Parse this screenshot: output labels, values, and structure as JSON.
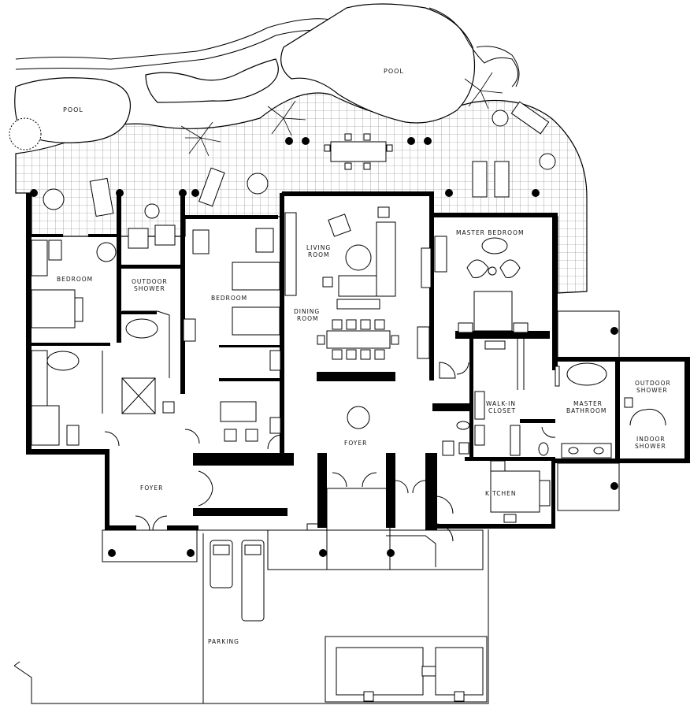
{
  "labels": {
    "pool_left": "POOL",
    "pool_right": "POOL",
    "bedroom_left": "BEDROOM",
    "outdoor_shower_left_1": "OUTDOOR",
    "outdoor_shower_left_2": "SHOWER",
    "bedroom_center": "BEDROOM",
    "living_room_1": "LIVING",
    "living_room_2": "ROOM",
    "dining_room_1": "DINING",
    "dining_room_2": "ROOM",
    "master_bedroom": "MASTER BEDROOM",
    "walkin_closet_1": "WALK-IN",
    "walkin_closet_2": "CLOSET",
    "master_bathroom_1": "MASTER",
    "master_bathroom_2": "BATHROOM",
    "outdoor_shower_right_1": "OUTDOOR",
    "outdoor_shower_right_2": "SHOWER",
    "indoor_shower_1": "INDOOR",
    "indoor_shower_2": "SHOWER",
    "foyer_center": "FOYER",
    "foyer_left": "FOYER",
    "kitchen": "KITCHEN",
    "parking": "PARKING"
  }
}
